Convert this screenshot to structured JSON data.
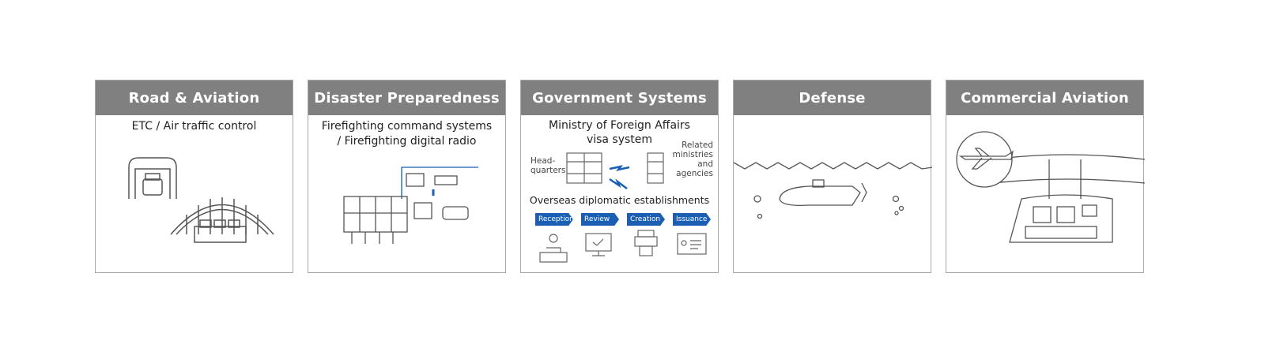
{
  "cards": [
    {
      "title": "Road & Aviation",
      "subtitle": "ETC / Air traffic control"
    },
    {
      "title": "Disaster Preparedness",
      "subtitle_line1": "Firefighting command systems",
      "subtitle_line2": "/ Firefighting digital radio"
    },
    {
      "title": "Government Systems",
      "subtitle_line1": "Ministry of Foreign Affairs",
      "subtitle_line2": "visa system",
      "hq_line1": "Head-",
      "hq_line2": "quarters",
      "related_line1": "Related",
      "related_line2": "ministries",
      "related_line3": "and",
      "related_line4": "agencies",
      "overseas": "Overseas diplomatic establishments",
      "steps": [
        "Reception",
        "Review",
        "Creation",
        "Issuance"
      ]
    },
    {
      "title": "Defense"
    },
    {
      "title": "Commercial Aviation"
    }
  ],
  "colors": {
    "header": "#808080",
    "accent": "#1a5fb4"
  }
}
